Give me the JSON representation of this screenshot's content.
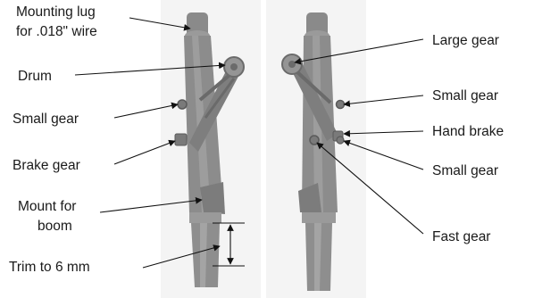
{
  "figure": {
    "labels_left": [
      {
        "key": "lug",
        "lines": [
          "Mounting lug",
          "for .018\" wire"
        ]
      },
      {
        "key": "drum",
        "lines": [
          "Drum"
        ]
      },
      {
        "key": "small_gear",
        "lines": [
          "Small gear"
        ]
      },
      {
        "key": "brake_gear",
        "lines": [
          "Brake gear"
        ]
      },
      {
        "key": "mount",
        "lines": [
          "Mount for",
          "boom"
        ]
      },
      {
        "key": "trim",
        "lines": [
          "Trim to 6 mm"
        ]
      }
    ],
    "labels_right": [
      {
        "key": "large_gear",
        "lines": [
          "Large gear"
        ]
      },
      {
        "key": "small_gear_1",
        "lines": [
          "Small gear"
        ]
      },
      {
        "key": "hand_brake",
        "lines": [
          "Hand brake"
        ]
      },
      {
        "key": "small_gear_2",
        "lines": [
          "Small gear"
        ]
      },
      {
        "key": "fast_gear",
        "lines": [
          "Fast gear"
        ]
      }
    ],
    "colors": {
      "part": "#8c8c8c",
      "part_dark": "#6f6f6f",
      "part_light": "#a7a7a7",
      "background": "#f4f4f4",
      "text": "#1a1a1a"
    }
  }
}
